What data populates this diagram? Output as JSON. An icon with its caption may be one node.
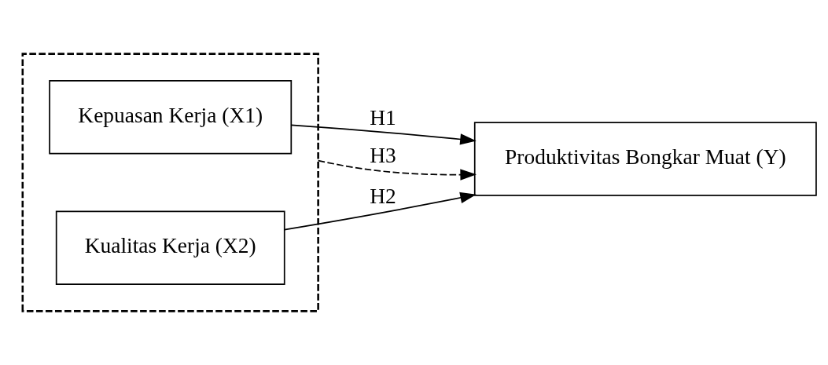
{
  "diagram": {
    "nodes": [
      {
        "text": [],
        "shape": "box"
      },
      {
        "text": [
          "Kepuasan Kerja (X1)"
        ],
        "in": 0
      },
      {
        "text": [
          "Kualitas Kerja (X2)"
        ],
        "in": 0
      },
      {
        "text": [
          "Produktivitas Bongkar Muat (Y)"
        ]
      }
    ],
    "edges": [
      {
        "from": 1,
        "to": 3,
        "arrow": "to",
        "label": "H1"
      },
      {
        "from": 2,
        "to": 3,
        "arrow": "to",
        "label": "H2"
      },
      {
        "from": 0,
        "to": 3,
        "arrow": "to",
        "label": "H3",
        "style": "dashed"
      }
    ]
  }
}
